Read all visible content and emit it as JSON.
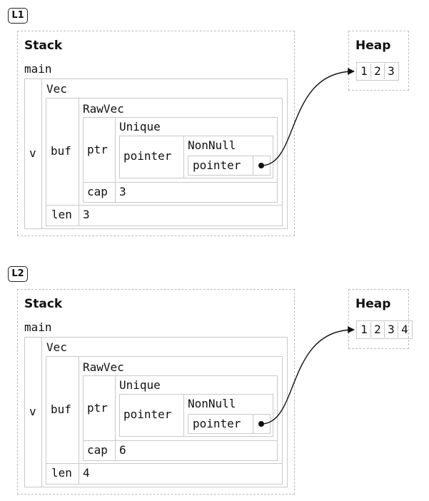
{
  "diagrams": [
    {
      "label": "L1",
      "stack_title": "Stack",
      "heap_title": "Heap",
      "frame": "main",
      "var": "v",
      "vec_type": "Vec",
      "buf_field": "buf",
      "rawvec_type": "RawVec",
      "ptr_field": "ptr",
      "unique_type": "Unique",
      "pointer_field": "pointer",
      "nonnull_type": "NonNull",
      "inner_pointer_field": "pointer",
      "cap_field": "cap",
      "cap_value": "3",
      "len_field": "len",
      "len_value": "3",
      "heap_values": [
        "1",
        "2",
        "3"
      ]
    },
    {
      "label": "L2",
      "stack_title": "Stack",
      "heap_title": "Heap",
      "frame": "main",
      "var": "v",
      "vec_type": "Vec",
      "buf_field": "buf",
      "rawvec_type": "RawVec",
      "ptr_field": "ptr",
      "unique_type": "Unique",
      "pointer_field": "pointer",
      "nonnull_type": "NonNull",
      "inner_pointer_field": "pointer",
      "cap_field": "cap",
      "cap_value": "6",
      "len_field": "len",
      "len_value": "4",
      "heap_values": [
        "1",
        "2",
        "3",
        "4"
      ]
    }
  ]
}
